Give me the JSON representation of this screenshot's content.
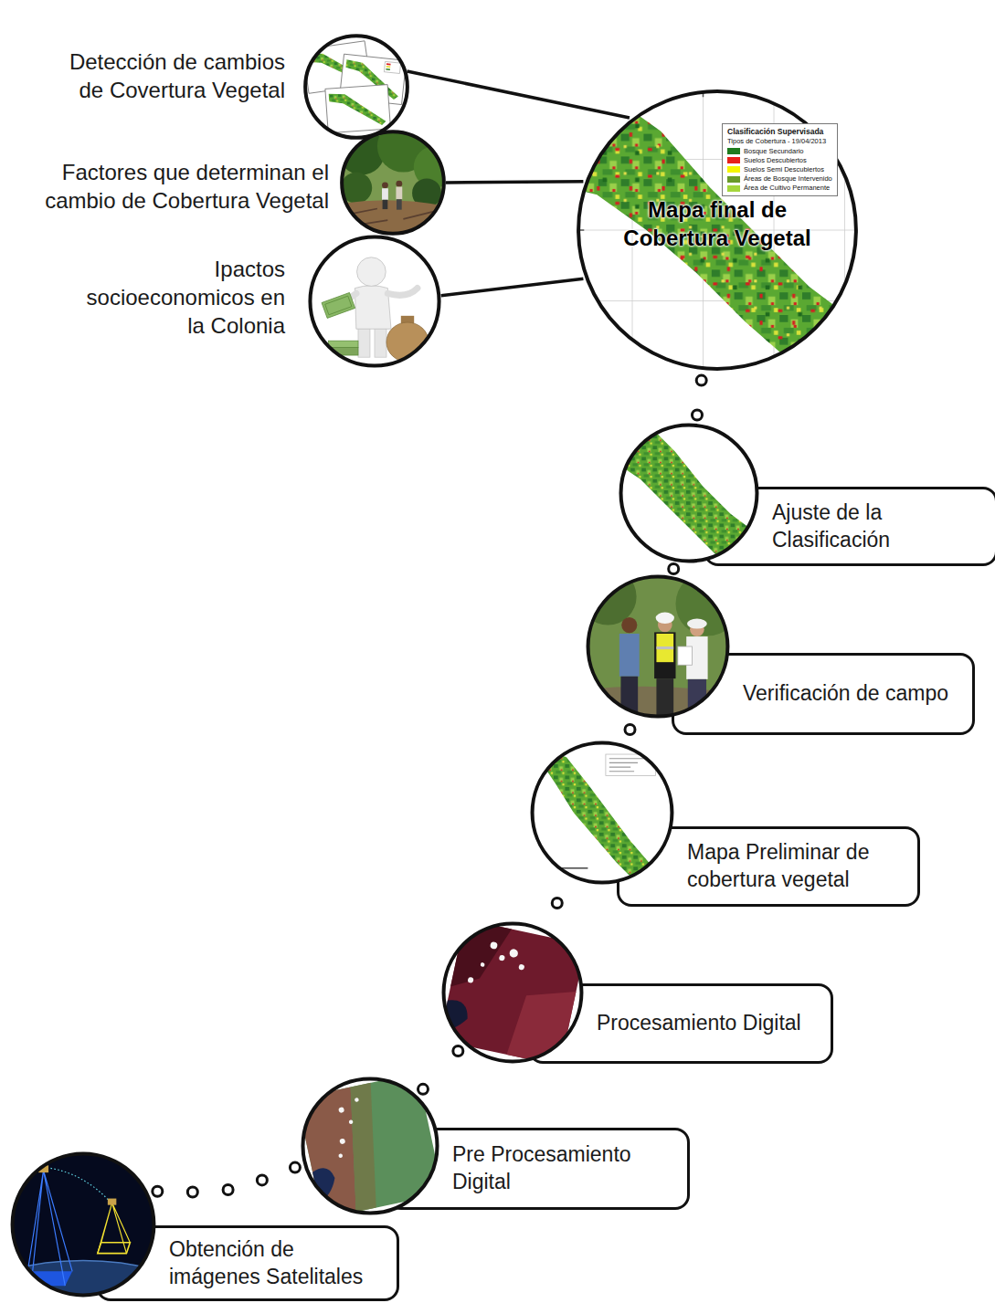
{
  "diagram": {
    "nodes": [
      {
        "text": [
          "Detección de cambios de Covertura Vegetal"
        ]
      },
      {
        "text": [
          "Factores que determinan el cambio de Cobertura Vegetal"
        ]
      },
      {
        "text": [
          "Ipactos socioeconomicos en la Colonia"
        ]
      },
      {
        "text": [
          "Mapa final de Cobertura Vegetal"
        ]
      },
      {
        "text": [
          "Ajuste de la Clasificación"
        ]
      },
      {
        "text": [
          "Verificación de campo"
        ]
      },
      {
        "text": [
          "Mapa Preliminar de cobertura vegetal"
        ]
      },
      {
        "text": [
          "Procesamiento Digital"
        ]
      },
      {
        "text": [
          "Pre Procesamiento Digital"
        ]
      },
      {
        "text": [
          "Obtención de imágenes Satelitales"
        ]
      }
    ],
    "edges": [
      {
        "from": 9,
        "to": 8,
        "arrow": "none"
      },
      {
        "from": 8,
        "to": 7,
        "arrow": "none"
      },
      {
        "from": 7,
        "to": 6,
        "arrow": "none"
      },
      {
        "from": 6,
        "to": 5,
        "arrow": "none"
      },
      {
        "from": 5,
        "to": 4,
        "arrow": "none"
      },
      {
        "from": 4,
        "to": 3,
        "arrow": "none"
      },
      {
        "from": 0,
        "to": 3,
        "arrow": "none"
      },
      {
        "from": 1,
        "to": 3,
        "arrow": "none"
      },
      {
        "from": 2,
        "to": 3,
        "arrow": "none"
      }
    ],
    "labels": [
      "Clasificación Supervisada",
      "Tipos de Cobertura - 19/04/2013"
    ],
    "legend": [
      {
        "text": "Bosque Secundario",
        "color": "#1e7b1e"
      },
      {
        "text": "Suelos Descubiertos",
        "color": "#e8201a"
      },
      {
        "text": "Suelos Semi Descubiertos",
        "color": "#f5f500"
      },
      {
        "text": "Áreas de Bosque Intervenido",
        "color": "#6a9a2a"
      },
      {
        "text": "Área de Cultivo Permanente",
        "color": "#a5d63c"
      }
    ]
  }
}
